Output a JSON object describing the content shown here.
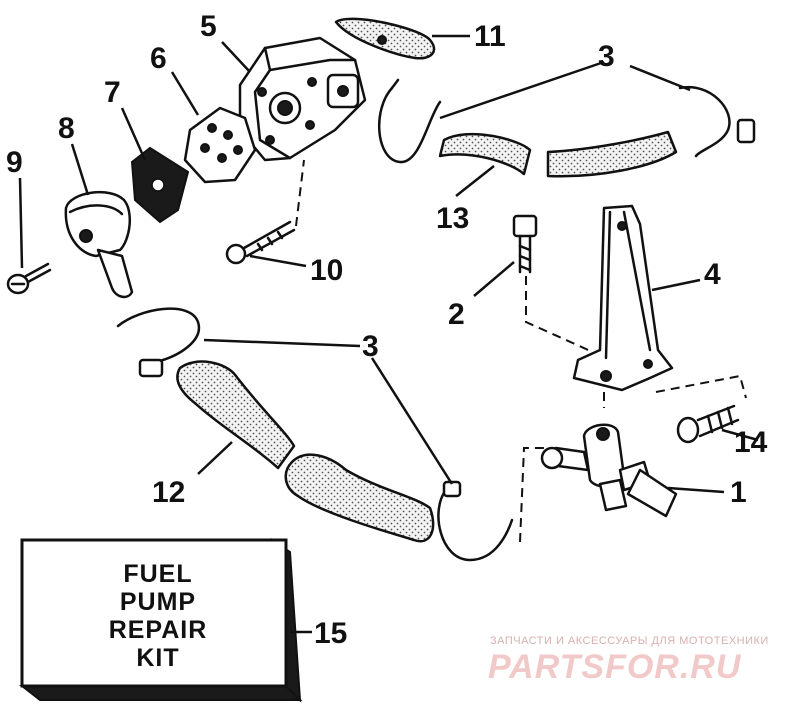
{
  "diagram": {
    "callouts": {
      "c1": "1",
      "c2": "2",
      "c3a": "3",
      "c3b": "3",
      "c4": "4",
      "c5": "5",
      "c6": "6",
      "c7": "7",
      "c8": "8",
      "c9": "9",
      "c10": "10",
      "c11": "11",
      "c12": "12",
      "c13": "13",
      "c14": "14",
      "c15": "15"
    },
    "kit_box": {
      "line1": "FUEL",
      "line2": "PUMP",
      "line3": "REPAIR",
      "line4": "KIT"
    },
    "watermark": {
      "tagline": "ЗАПЧАСТИ И АКСЕССУАРЫ ДЛЯ МОТОТЕХНИКИ",
      "brand": "PARTSFOR.RU"
    }
  }
}
